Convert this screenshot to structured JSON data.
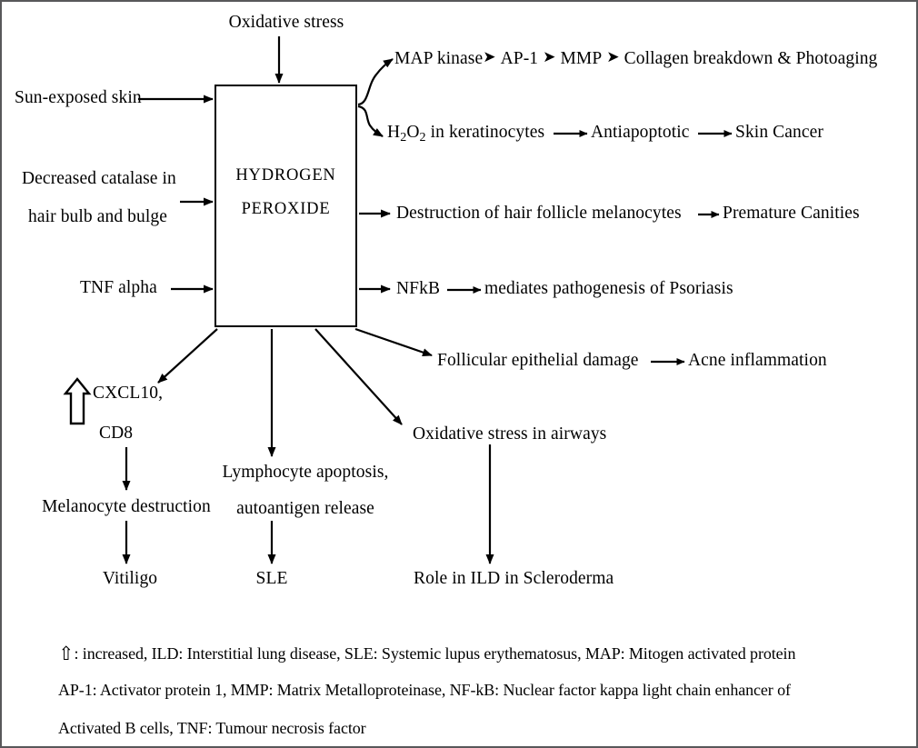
{
  "figure": {
    "title": "Hydrogen peroxide pathophysiology flowchart",
    "border_color": "#58585a",
    "line_color": "#000000"
  },
  "center_box": {
    "line1": "HYDROGEN",
    "line2": "PEROXIDE"
  },
  "inputs": [
    {
      "id": "oxidative-stress-top",
      "label": "Oxidative stress",
      "direction": "down"
    },
    {
      "id": "sun-exposed-skin",
      "label": "Sun-exposed skin",
      "direction": "right"
    },
    {
      "id": "decreased-catalase",
      "label_line1": "Decreased catalase in",
      "label_line2": "hair bulb and bulge",
      "direction": "right"
    },
    {
      "id": "tnf-alpha",
      "label": "TNF alpha",
      "direction": "right"
    }
  ],
  "outputs_right": [
    {
      "id": "map-kinase-chain",
      "nodes": [
        "MAP kinase",
        "AP-1",
        "MMP",
        "Collagen breakdown & Photoaging"
      ],
      "connector": "dart"
    },
    {
      "id": "h2o2-keratinocytes-chain",
      "nodes": [
        "H2O2 in keratinocytes",
        "Antiapoptotic",
        "Skin Cancer"
      ],
      "first_node_rich": {
        "pre": "H",
        "sub1": "2",
        "mid": "O",
        "sub2": "2",
        "post": " in keratinocytes"
      },
      "connector": "arrow"
    },
    {
      "id": "hair-follicle-chain",
      "nodes": [
        "Destruction of hair follicle melanocytes",
        "Premature Canities"
      ],
      "connector": "dart"
    },
    {
      "id": "nfkb-chain",
      "nodes": [
        "NFkB",
        "mediates pathogenesis of Psoriasis"
      ],
      "connector": "arrow"
    },
    {
      "id": "follicular-chain",
      "nodes": [
        "Follicular epithelial damage",
        "Acne inflammation"
      ],
      "connector": "arrow"
    }
  ],
  "outputs_bottom": [
    {
      "id": "vitiligo-branch",
      "marker": "⇧",
      "step1_a": "CXCL10,",
      "step1_b": "CD8",
      "step2": "Melanocyte destruction",
      "step3": "Vitiligo"
    },
    {
      "id": "sle-branch",
      "step1_a": "Lymphocyte apoptosis,",
      "step1_b": "autoantigen release",
      "step2": "SLE"
    },
    {
      "id": "scleroderma-branch",
      "step1": "Oxidative stress in airways",
      "step2": "Role in ILD in Scleroderma"
    }
  ],
  "legend": {
    "line1_prefix": "⇧",
    "line1": ": increased, ILD: Interstitial lung disease, SLE: Systemic lupus erythematosus, MAP: Mitogen activated protein",
    "line2": "AP-1: Activator protein 1, MMP: Matrix Metalloproteinase, NF-kB: Nuclear factor kappa light chain enhancer of",
    "line3": "Activated B cells, TNF: Tumour necrosis factor"
  }
}
